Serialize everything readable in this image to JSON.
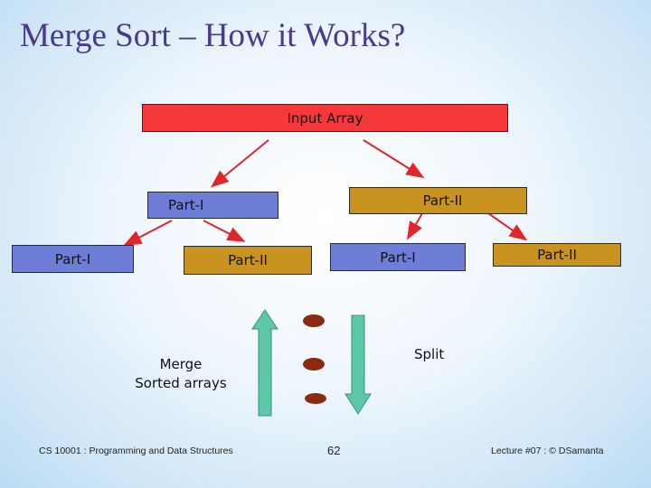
{
  "title": "Merge Sort – How it Works?",
  "boxes": {
    "input": "Input Array",
    "level1_left": "Part-I",
    "level1_right": "Part-II",
    "level2_a": "Part-I",
    "level2_b": "Part-II",
    "level2_c": "Part-I",
    "level2_d": "Part-II"
  },
  "labels": {
    "merge_line1": "Merge",
    "merge_line2": "Sorted arrays",
    "split": "Split"
  },
  "footer": {
    "course": "CS 10001 : Programming and Data Structures",
    "page": "62",
    "lecture": "Lecture #07 : © DSamanta"
  },
  "colors": {
    "title": "#4a3a8c",
    "input_box": "#f5393b",
    "part_i_box": "#6e7ed6",
    "part_ii_box": "#c9931f",
    "arrow": "#e0262b",
    "merge_split_arrow": "#5cc8a8",
    "dots": "#8b2a10"
  }
}
